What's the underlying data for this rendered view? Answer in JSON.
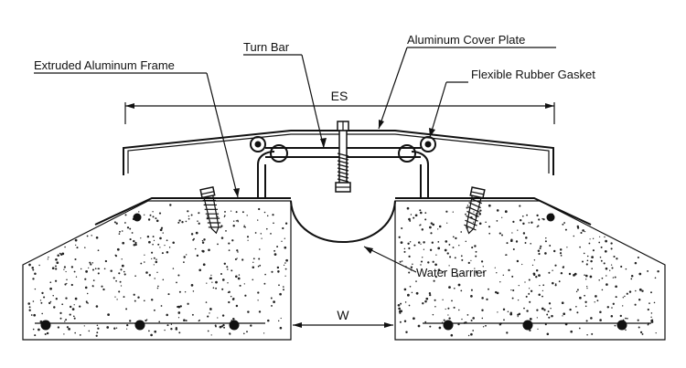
{
  "labels": {
    "turn_bar": "Turn Bar",
    "aluminum_cover_plate": "Aluminum Cover Plate",
    "extruded_aluminum_frame": "Extruded Aluminum Frame",
    "flexible_rubber_gasket": "Flexible Rubber Gasket",
    "water_barrier": "Water Barrier"
  },
  "dimensions": {
    "es": "ES",
    "w": "W"
  },
  "colors": {
    "line": "#111111",
    "background": "#ffffff"
  }
}
